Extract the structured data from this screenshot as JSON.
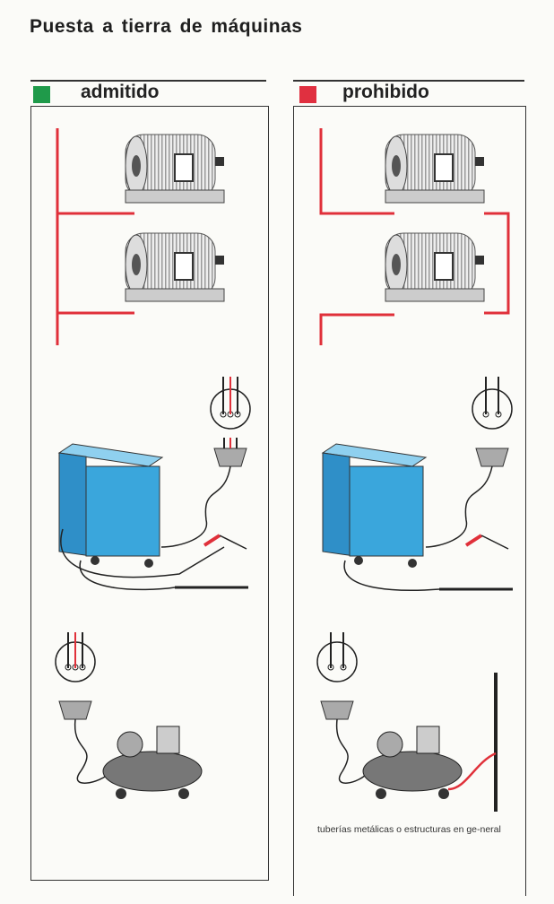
{
  "title": "Puesta a tierra de máquinas",
  "columns": {
    "allowed": {
      "label": "admitido",
      "color": "#1f9a4a"
    },
    "forbidden": {
      "label": "prohibido",
      "color": "#e03040"
    }
  },
  "caption": "tuberías metálicas o estructuras en ge-neral",
  "colors": {
    "wire": "#e0303a",
    "welder": "#3aa6dc"
  }
}
